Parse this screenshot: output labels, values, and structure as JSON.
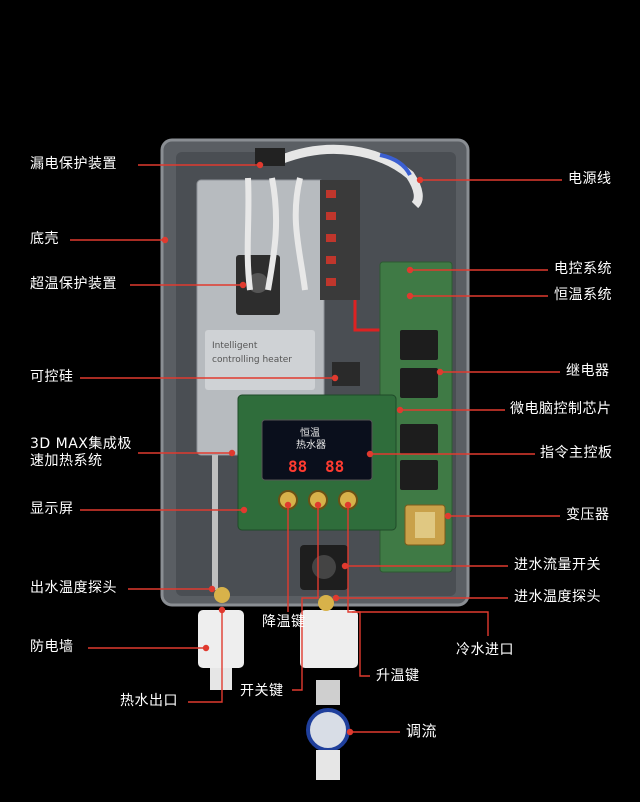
{
  "diagram": {
    "labels": {
      "leakage_protection": "漏电保护装置",
      "base_shell": "底壳",
      "overheat_protection": "超温保护装置",
      "thyristor": "可控硅",
      "heating_system": "3D MAX集成极速加热系统",
      "display": "显示屏",
      "outlet_temp_probe": "出水温度探头",
      "anti_electric_wall": "防电墙",
      "hot_water_outlet": "热水出口",
      "power_cord": "电源线",
      "electric_control_system": "电控系统",
      "thermostat_system": "恒温系统",
      "relay": "继电器",
      "mcu_chip": "微电脑控制芯片",
      "main_control_board": "指令主控板",
      "transformer": "变压器",
      "inflow_flow_switch": "进水流量开关",
      "inlet_temp_probe": "进水温度探头",
      "cold_water_inlet": "冷水进口",
      "temp_down_key": "降温键",
      "temp_up_key": "升温键",
      "power_key": "开关键",
      "flow_regulator": "调流"
    },
    "device": {
      "display_text_top": "恒温",
      "display_text_bottom": "热水器",
      "digits_left": "88",
      "digits_right": "88",
      "panel_brand_line1": "Intelligent",
      "panel_brand_line2": "controlling heater"
    },
    "colors": {
      "leader_line": "#e03a2f",
      "background": "#000000",
      "shell": "#5d6166",
      "board_green": "#3f7a45"
    }
  }
}
